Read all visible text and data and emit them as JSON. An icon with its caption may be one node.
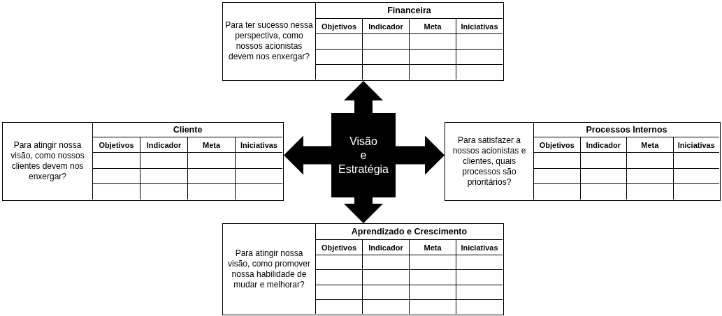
{
  "diagram": {
    "nodes": [
      {
        "text": [
          "Para ter sucesso nessa perspectiva, como nossos acionistas devem nos enxergar?",
          "Financeira",
          "Objetivos",
          "Indicador",
          "Meta",
          "Iniciativas"
        ]
      },
      {
        "text": [
          "Para atingir nossa visão, como nossos clientes devem nos enxergar?",
          "Cliente",
          "Objetivos",
          "Indicador",
          "Meta",
          "Iniciativas"
        ]
      },
      {
        "text": [
          "Visão e Estratégia"
        ]
      },
      {
        "text": [
          "Para satisfazer a nossos acionistas e clientes, quais processos são prioritários?",
          "Processos Internos",
          "Objetivos",
          "Indicador",
          "Meta",
          "Iniciativas"
        ]
      },
      {
        "text": [
          "Para atingir nossa visão, como promover nossa habilidade de mudar e melhorar?",
          "Aprendizado e Crescimento",
          "Objetivos",
          "Indicador",
          "Meta",
          "Iniciativas"
        ]
      }
    ],
    "edges": [
      {
        "from": 2,
        "to": 0,
        "arrow": "to"
      },
      {
        "from": 2,
        "to": 1,
        "arrow": "to"
      },
      {
        "from": 2,
        "to": 3,
        "arrow": "to"
      },
      {
        "from": 2,
        "to": 4,
        "arrow": "to"
      }
    ]
  }
}
